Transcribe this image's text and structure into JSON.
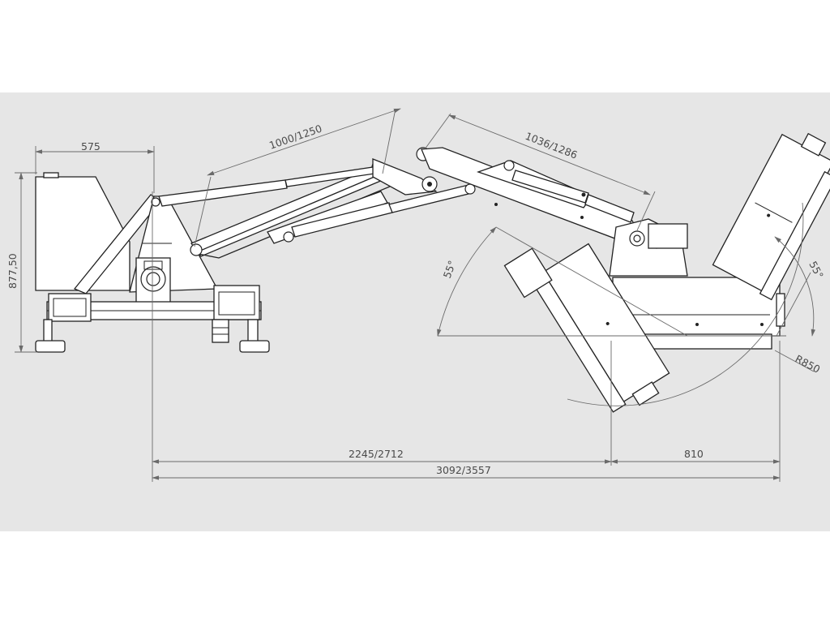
{
  "dimensions": {
    "base_width": "575",
    "base_height": "877,50",
    "first_arm": "1000/1250",
    "second_arm": "1036/1286",
    "reach_inner": "2245/2712",
    "reach_total": "3092/3557",
    "head_width": "810",
    "angle_left": "55°",
    "angle_right": "55°",
    "radius": "R850"
  },
  "colors": {
    "sheet": "#e6e6e6",
    "lines": "#222222",
    "dimensions": "#6a6a6a"
  }
}
